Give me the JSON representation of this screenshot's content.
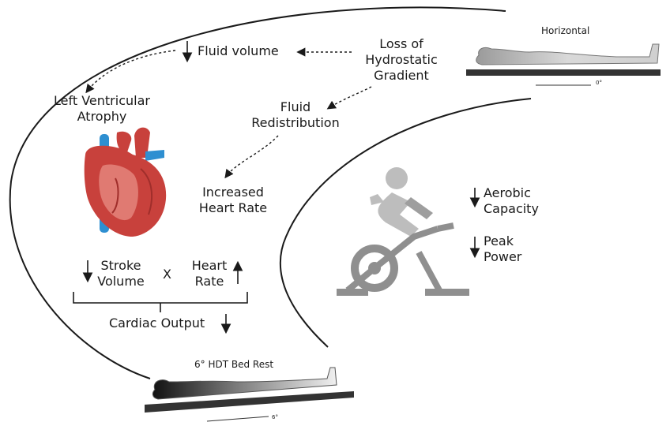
{
  "labels": {
    "fluid_volume": "Fluid volume",
    "loss_line1": "Loss of",
    "loss_line2": "Hydrostatic",
    "loss_line3": "Gradient",
    "lva_line1": "Left Ventricular",
    "lva_line2": "Atrophy",
    "fluid_redis_line1": "Fluid",
    "fluid_redis_line2": "Redistribution",
    "ihr_line1": "Increased",
    "ihr_line2": "Heart Rate",
    "stroke_line1": "Stroke",
    "stroke_line2": "Volume",
    "times": "X",
    "hr_line1": "Heart",
    "hr_line2": "Rate",
    "cardiac_output": "Cardiac Output",
    "aerobic_line1": "Aerobic",
    "aerobic_line2": "Capacity",
    "peak_line1": "Peak",
    "peak_line2": "Power",
    "horizontal": "Horizontal",
    "horizontal_angle": "0°",
    "hdt_title": "6° HDT Bed Rest",
    "hdt_angle": "6°"
  },
  "icons": [
    "heart-icon",
    "exercise-bike-icon",
    "horizontal-body-icon",
    "hdt-body-icon"
  ],
  "colors": {
    "text": "#1a1a1a",
    "heart_red": "#c8413c",
    "vessel_blue": "#2e8fd1",
    "bike_gray": "#bdbdbd",
    "bed_dark": "#333333"
  }
}
